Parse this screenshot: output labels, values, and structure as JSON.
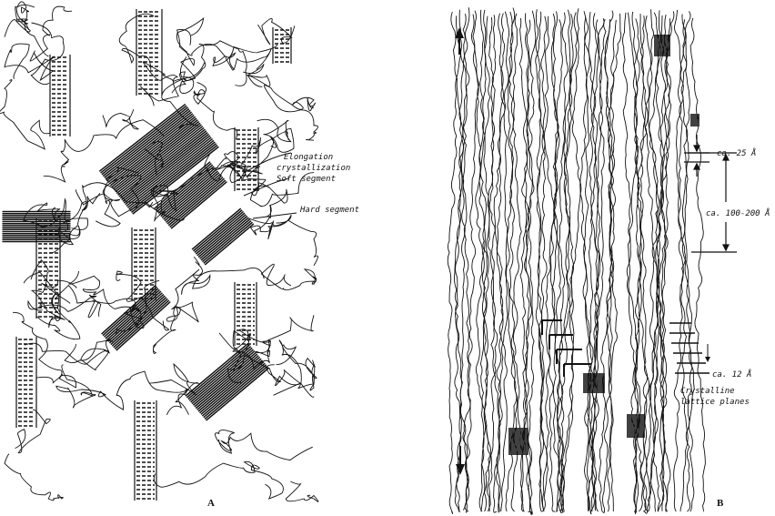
{
  "panel_a": {
    "letter": "A",
    "labels": {
      "elongation_line1": "Elongation",
      "elongation_line2": "crystallization",
      "elongation_line3": "Soft segment",
      "hard_segment": "Hard segment"
    }
  },
  "panel_b": {
    "letter": "B",
    "labels": {
      "spacing_small": "ca. 25 Å",
      "spacing_large": "ca. 100-200 Å",
      "spacing_lattice": "ca. 12 Å",
      "lattice_line1": "Crystalline",
      "lattice_line2": "lattice planes"
    }
  },
  "colors": {
    "ink": "#111111",
    "paper": "#ffffff"
  }
}
